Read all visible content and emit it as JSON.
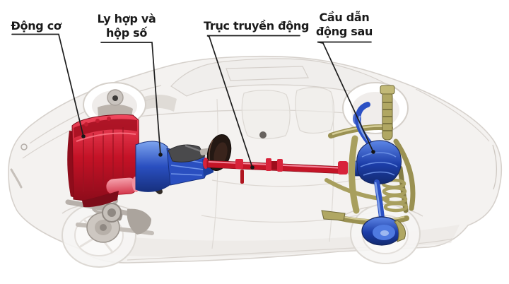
{
  "figure": {
    "description": "Cutaway diagram of a rear-wheel-drive car drivetrain"
  },
  "labels": {
    "engine": {
      "text": "Động cơ"
    },
    "clutch_gearbox": {
      "line1": "Ly hợp và",
      "line2": "hộp số"
    },
    "driveshaft": {
      "text": "Trục truyền động"
    },
    "rear_axle": {
      "line1": "Cầu dẫn",
      "line2": "động sau"
    }
  },
  "colors": {
    "background": "#ffffff",
    "label_text": "#1a1a1a",
    "leader_line": "#1d1d1d",
    "engine_red": "#c41226",
    "gearbox_blue": "#2a4fc0",
    "driveshaft_red": "#c41527",
    "differential_blue": "#1c3da8",
    "rear_axle_olive": "#a89f5e",
    "suspension_gray": "#b7b0aa",
    "car_body_ghost": "#f3f1ef",
    "car_outline": "#d6d1cc"
  }
}
